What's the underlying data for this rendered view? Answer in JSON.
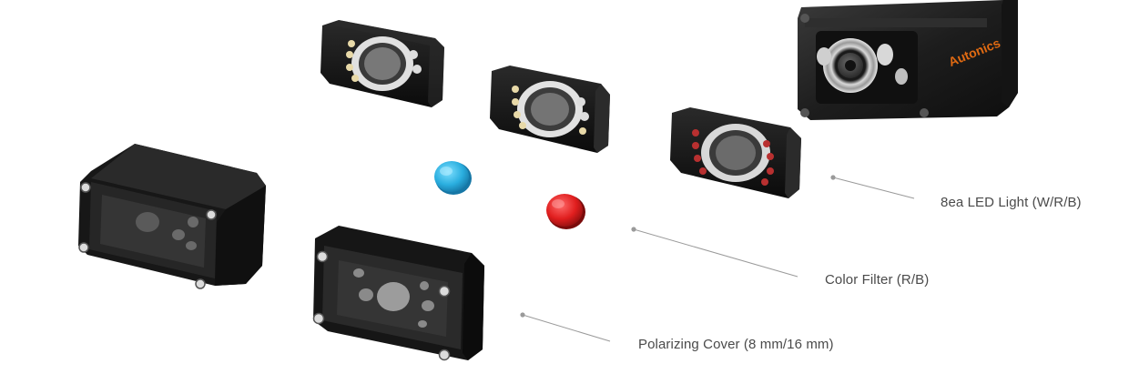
{
  "callouts": {
    "led_light": "8ea LED Light (W/R/B)",
    "color_filter": "Color Filter (R/B)",
    "polarizing_cover": "Polarizing Cover (8 mm/16 mm)"
  },
  "device": {
    "brand": "Autonics"
  },
  "colors": {
    "housing": "#1e1e1e",
    "brand_orange": "#e06a12",
    "filter_blue": "#2aaedf",
    "filter_red": "#e01e1e",
    "led_white": "#e8d9a8",
    "led_red": "#b83030",
    "leader_line": "#9a9a9a",
    "label_text": "#4a4a4a"
  }
}
